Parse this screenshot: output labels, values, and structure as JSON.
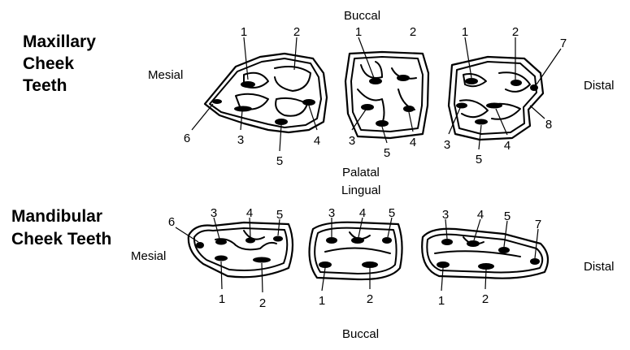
{
  "maxillary": {
    "title_line1": "Maxillary",
    "title_line2": "Cheek",
    "title_line3": "Teeth",
    "buccal": "Buccal",
    "mesial": "Mesial",
    "distal": "Distal",
    "palatal": "Palatal",
    "tooth1": [
      "1",
      "2",
      "6",
      "3",
      "5",
      "4"
    ],
    "tooth2": [
      "1",
      "2",
      "3",
      "5",
      "4"
    ],
    "tooth3": [
      "1",
      "2",
      "7",
      "8",
      "3",
      "5",
      "4"
    ]
  },
  "mandibular": {
    "title_line1": "Mandibular",
    "title_line2": "Cheek Teeth",
    "lingual": "Lingual",
    "mesial": "Mesial",
    "distal": "Distal",
    "buccal": "Buccal",
    "tooth1": [
      "6",
      "3",
      "4",
      "5",
      "1",
      "2"
    ],
    "tooth2": [
      "3",
      "4",
      "5",
      "1",
      "2"
    ],
    "tooth3": [
      "3",
      "4",
      "5",
      "7",
      "1",
      "2"
    ]
  }
}
